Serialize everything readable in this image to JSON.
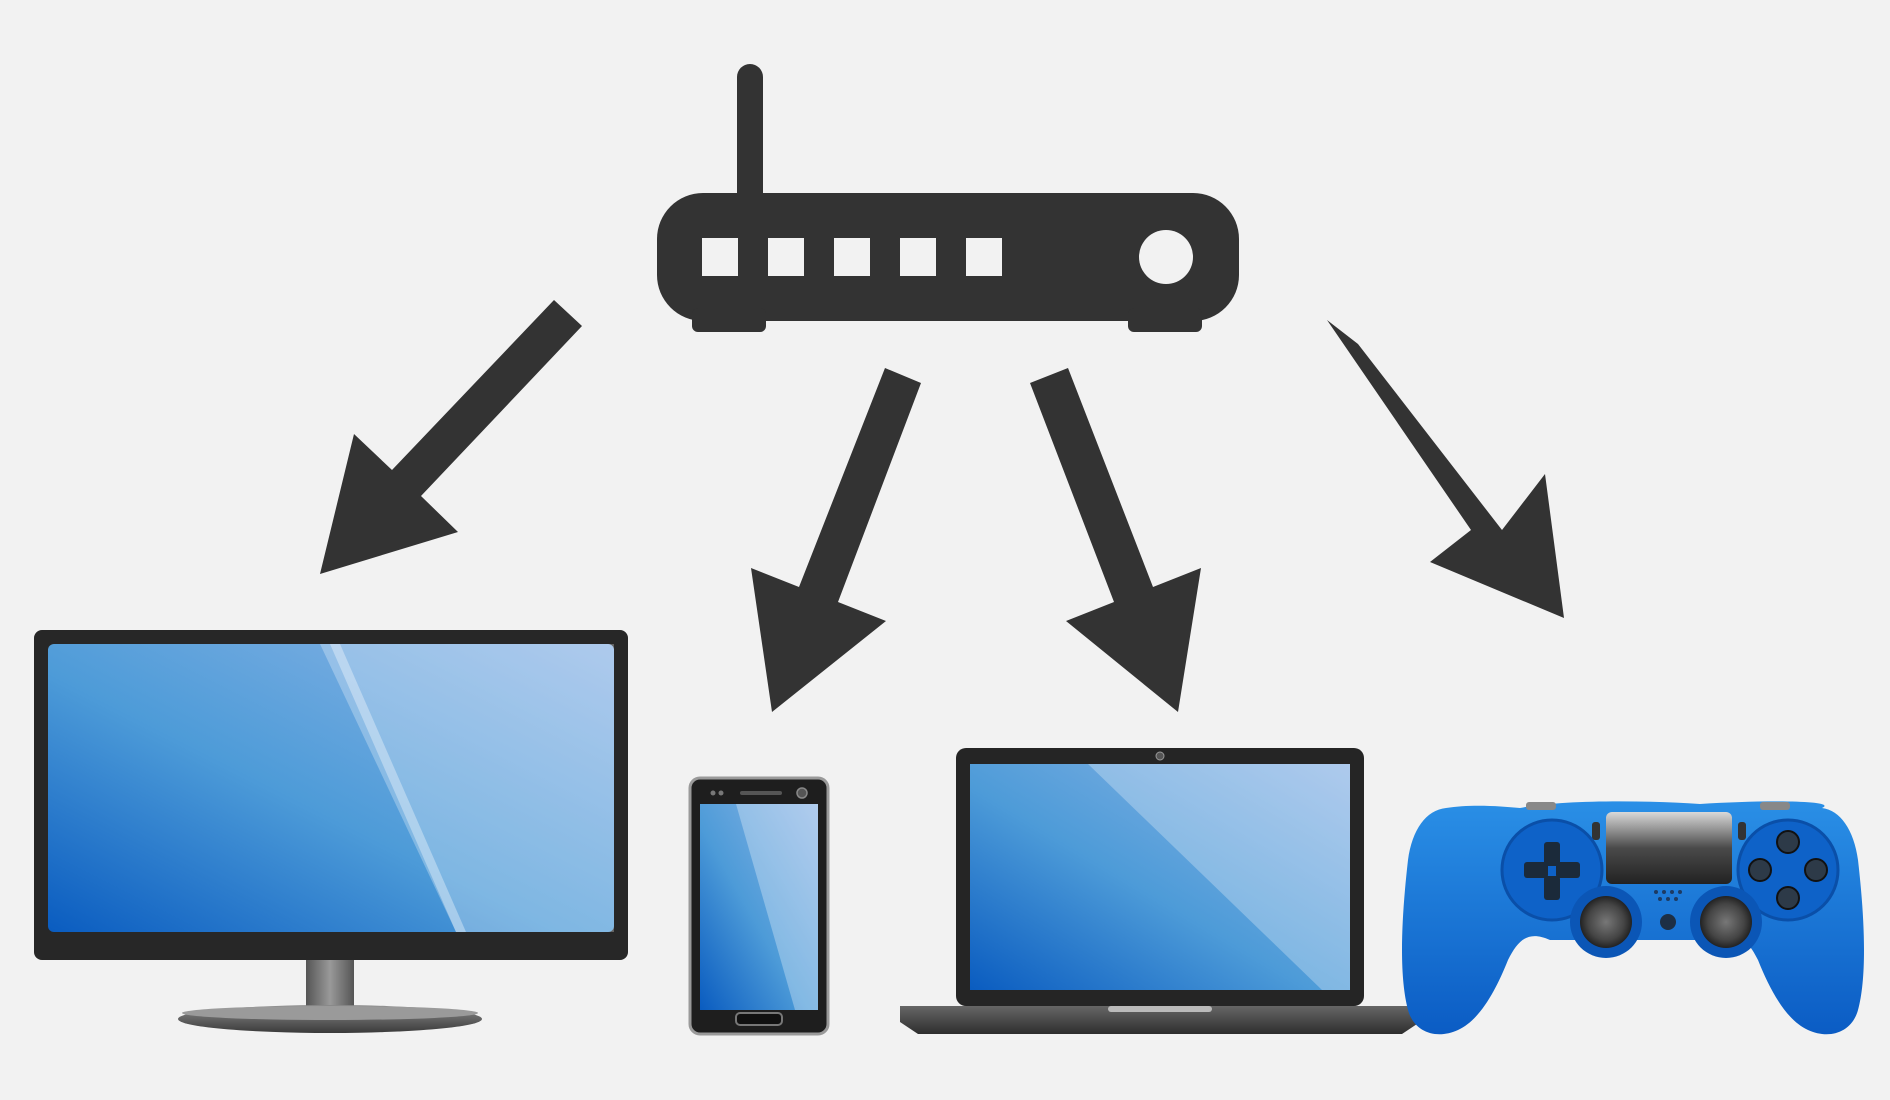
{
  "diagram": {
    "hub": {
      "icon": "router-icon",
      "port_lights": 5
    },
    "connections": [
      {
        "to": "monitor",
        "icon": "arrow-down-left-icon"
      },
      {
        "to": "smartphone",
        "icon": "arrow-down-icon"
      },
      {
        "to": "laptop",
        "icon": "arrow-down-icon"
      },
      {
        "to": "game-controller",
        "icon": "arrow-down-right-icon"
      }
    ],
    "devices": [
      {
        "id": "monitor",
        "icon": "monitor-icon"
      },
      {
        "id": "smartphone",
        "icon": "smartphone-icon"
      },
      {
        "id": "laptop",
        "icon": "laptop-icon"
      },
      {
        "id": "game-controller",
        "icon": "gamepad-icon"
      }
    ]
  },
  "colors": {
    "background": "#f2f2f2",
    "router": "#333333",
    "arrow": "#333333",
    "screen_blue": "#0a63c2",
    "screen_light": "#a9d2f0",
    "bezel": "#2b2b2b",
    "controller_blue": "#1170d6"
  }
}
